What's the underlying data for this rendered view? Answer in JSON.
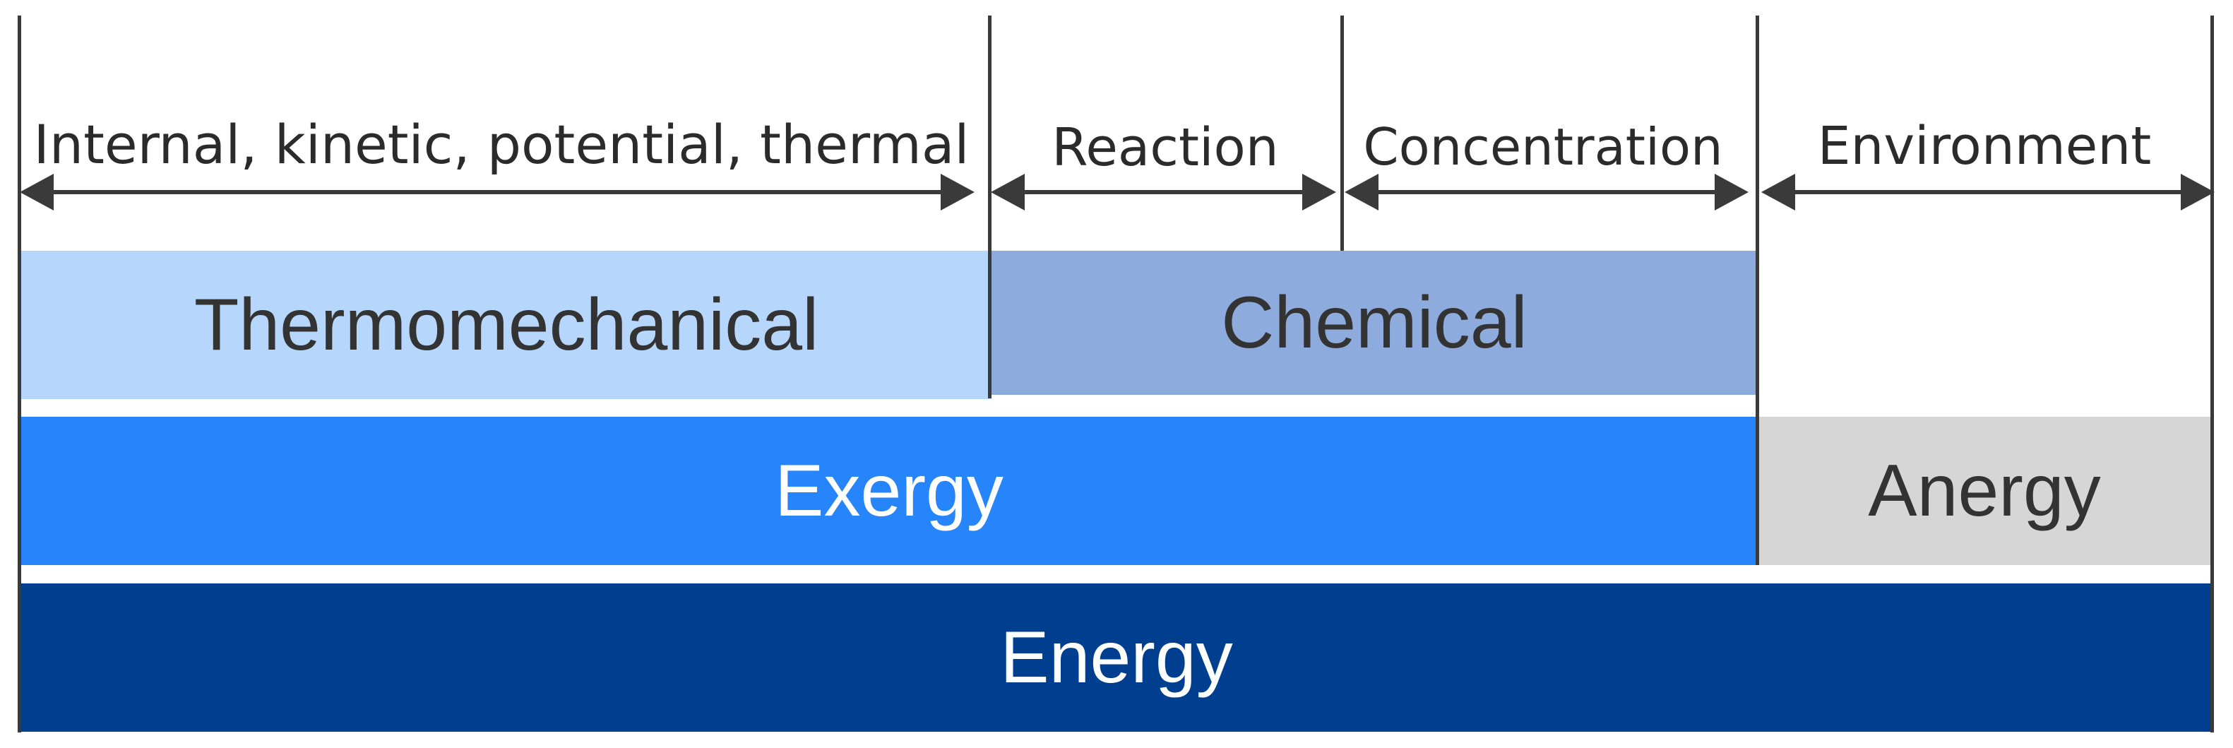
{
  "diagram": {
    "ranges": [
      {
        "label": "Internal, kinetic, potential, thermal"
      },
      {
        "label": "Reaction"
      },
      {
        "label": "Concentration"
      },
      {
        "label": "Environment"
      }
    ],
    "boxes": {
      "thermomechanical": {
        "label": "Thermomechanical",
        "fill": "#b7d6fb",
        "text_color": "#333333"
      },
      "chemical": {
        "label": "Chemical",
        "fill": "#8eabdd",
        "text_color": "#333333"
      },
      "exergy": {
        "label": "Exergy",
        "fill": "#2685fb",
        "text_color": "#ffffff"
      },
      "anergy": {
        "label": "Anergy",
        "fill": "#d6d6d6",
        "text_color": "#333333"
      },
      "energy": {
        "label": "Energy",
        "fill": "#003f8f",
        "text_color": "#ffffff"
      }
    },
    "line_color": "#3a3a3a"
  }
}
